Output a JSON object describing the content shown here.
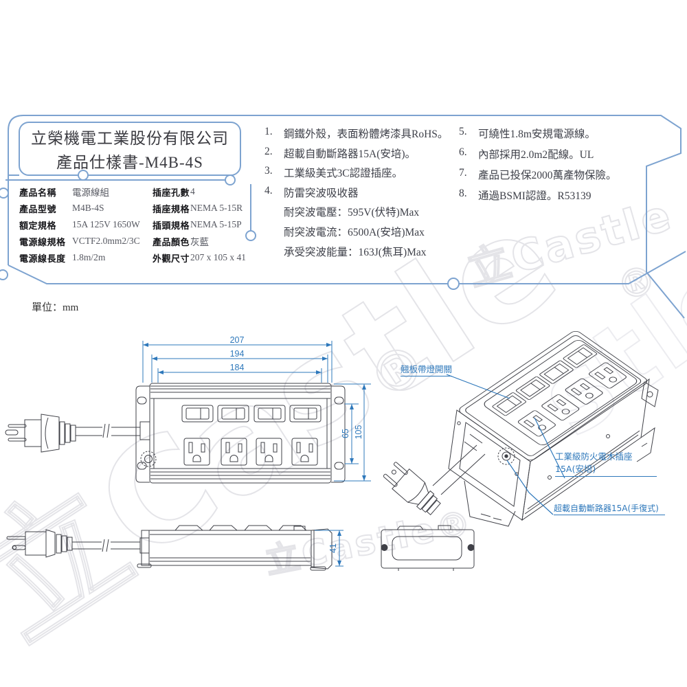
{
  "header": {
    "company": "立榮機電工業股份有限公司",
    "doc_title": "產品仕樣書-M4B-4S"
  },
  "units_label": "單位：mm",
  "spec_table": {
    "rows": [
      {
        "l1": "產品名稱",
        "v1": "電源線組",
        "l2": "插座孔數",
        "v2": "4"
      },
      {
        "l1": "產品型號",
        "v1": "M4B-4S",
        "l2": "插座規格",
        "v2": "NEMA 5-15R"
      },
      {
        "l1": "額定規格",
        "v1": "15A 125V 1650W",
        "l2": "插頭規格",
        "v2": "NEMA 5-15P"
      },
      {
        "l1": "電源線規格",
        "v1": "VCTF2.0mm2/3C",
        "l2": "產品顏色",
        "v2": "灰藍"
      },
      {
        "l1": "電源線長度",
        "v1": "1.8m/2m",
        "l2": "外觀尺寸",
        "v2": "207 x 105 x 41"
      }
    ]
  },
  "features_left": [
    {
      "num": "1.",
      "text": "鋼鐵外殼，表面粉體烤漆具RoHS。"
    },
    {
      "num": "2.",
      "text": "超載自動斷路器15A(安培)。"
    },
    {
      "num": "3.",
      "text": "工業級美式3C認證插座。"
    },
    {
      "num": "4.",
      "text": "防雷突波吸收器"
    },
    {
      "num": "",
      "text": "耐突波電壓：595V(伏特)Max"
    },
    {
      "num": "",
      "text": "耐突波電流：6500A(安培)Max"
    },
    {
      "num": "",
      "text": "承受突波能量：163J(焦耳)Max"
    }
  ],
  "features_right": [
    {
      "num": "5.",
      "text": "可繞性1.8m安規電源線。"
    },
    {
      "num": "6.",
      "text": "內部採用2.0m2配線。UL"
    },
    {
      "num": "7.",
      "text": "產品已投保2000萬產物保險。"
    },
    {
      "num": "8.",
      "text": "通過BSMI認證。R53139"
    }
  ],
  "dimensions": {
    "d207": "207",
    "d194": "194",
    "d184": "184",
    "d65": "65",
    "d105": "105",
    "d41": "41"
  },
  "callouts": {
    "switch": "翹板帶燈開關",
    "outlet_line1": "工業級防火電木插座",
    "outlet_line2": "15A(安培)",
    "breaker": "超載自動斷路器15A(手復式)"
  },
  "watermark": {
    "text": "立Castle",
    "reg": "®",
    "text_reg": "立Castle®",
    "tail": "stle"
  },
  "colors": {
    "frame_blue": "#7da3d0",
    "dim_blue": "#2e78bb",
    "line_dark": "#3f4047",
    "value_gray": "#565861",
    "watermark_gray": "#e4e4e8"
  }
}
